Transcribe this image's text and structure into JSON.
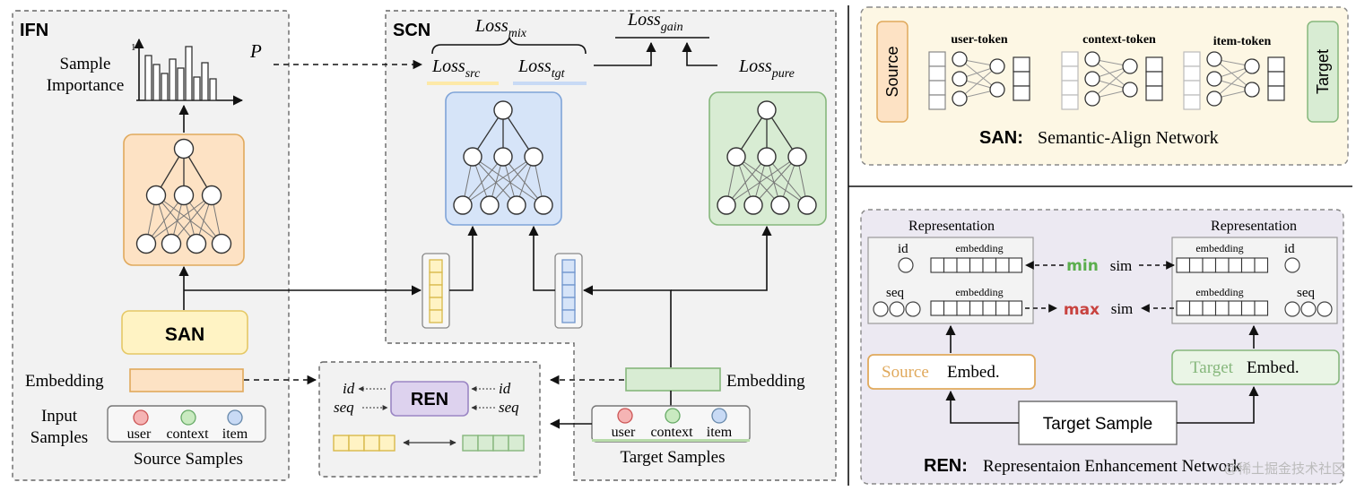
{
  "ifn": {
    "title": "IFN",
    "sample_importance": "Sample\nImportance",
    "p_label": "P",
    "axis_one": "1",
    "san_box": "SAN",
    "embedding": "Embedding",
    "input_samples": "Input\nSamples",
    "source_samples": "Source Samples",
    "chips": [
      "user",
      "context",
      "item"
    ]
  },
  "scn": {
    "title": "SCN",
    "loss_mix": "Loss",
    "loss_mix_sub": "mix",
    "loss_gain": "Loss",
    "loss_gain_sub": "gain",
    "loss_src": "Loss",
    "loss_src_sub": "src",
    "loss_tgt": "Loss",
    "loss_tgt_sub": "tgt",
    "loss_pure": "Loss",
    "loss_pure_sub": "pure",
    "embedding": "Embedding",
    "target_samples": "Target Samples",
    "chips": [
      "user",
      "context",
      "item"
    ]
  },
  "ren_mini": {
    "title": "REN",
    "id": "id",
    "seq": "seq"
  },
  "san_panel": {
    "source": "Source",
    "target": "Target",
    "user_token": "user-token",
    "context_token": "context-token",
    "item_token": "item-token",
    "caption_bold": "SAN:",
    "caption_text": "Semantic-Align Network"
  },
  "ren_panel": {
    "rep_left": "Representation",
    "rep_right": "Representation",
    "id": "id",
    "seq": "seq",
    "embedding": "embedding",
    "min": "min",
    "max": "max",
    "sim": "sim",
    "source_word": "Source",
    "target_word": "Target",
    "embed_word": "Embed.",
    "target_sample": "Target Sample",
    "caption_bold": "REN:",
    "caption_text": "Representaion Enhancement Network",
    "watermark": "@稀土掘金技术社区"
  },
  "colors": {
    "orange_fill": "#fde2c4",
    "orange_stroke": "#e0a95c",
    "yellow_fill": "#fff3c4",
    "yellow_stroke": "#e5c865",
    "blue_fill": "#d6e4f8",
    "blue_stroke": "#7ea3d8",
    "green_fill": "#d8ecd3",
    "green_stroke": "#86b77c",
    "purple_fill": "#ddd2ee",
    "purple_stroke": "#9b86c4",
    "panel_gray": "#f2f2f2",
    "min_green": "#5bae4d",
    "max_red": "#c8423f"
  }
}
